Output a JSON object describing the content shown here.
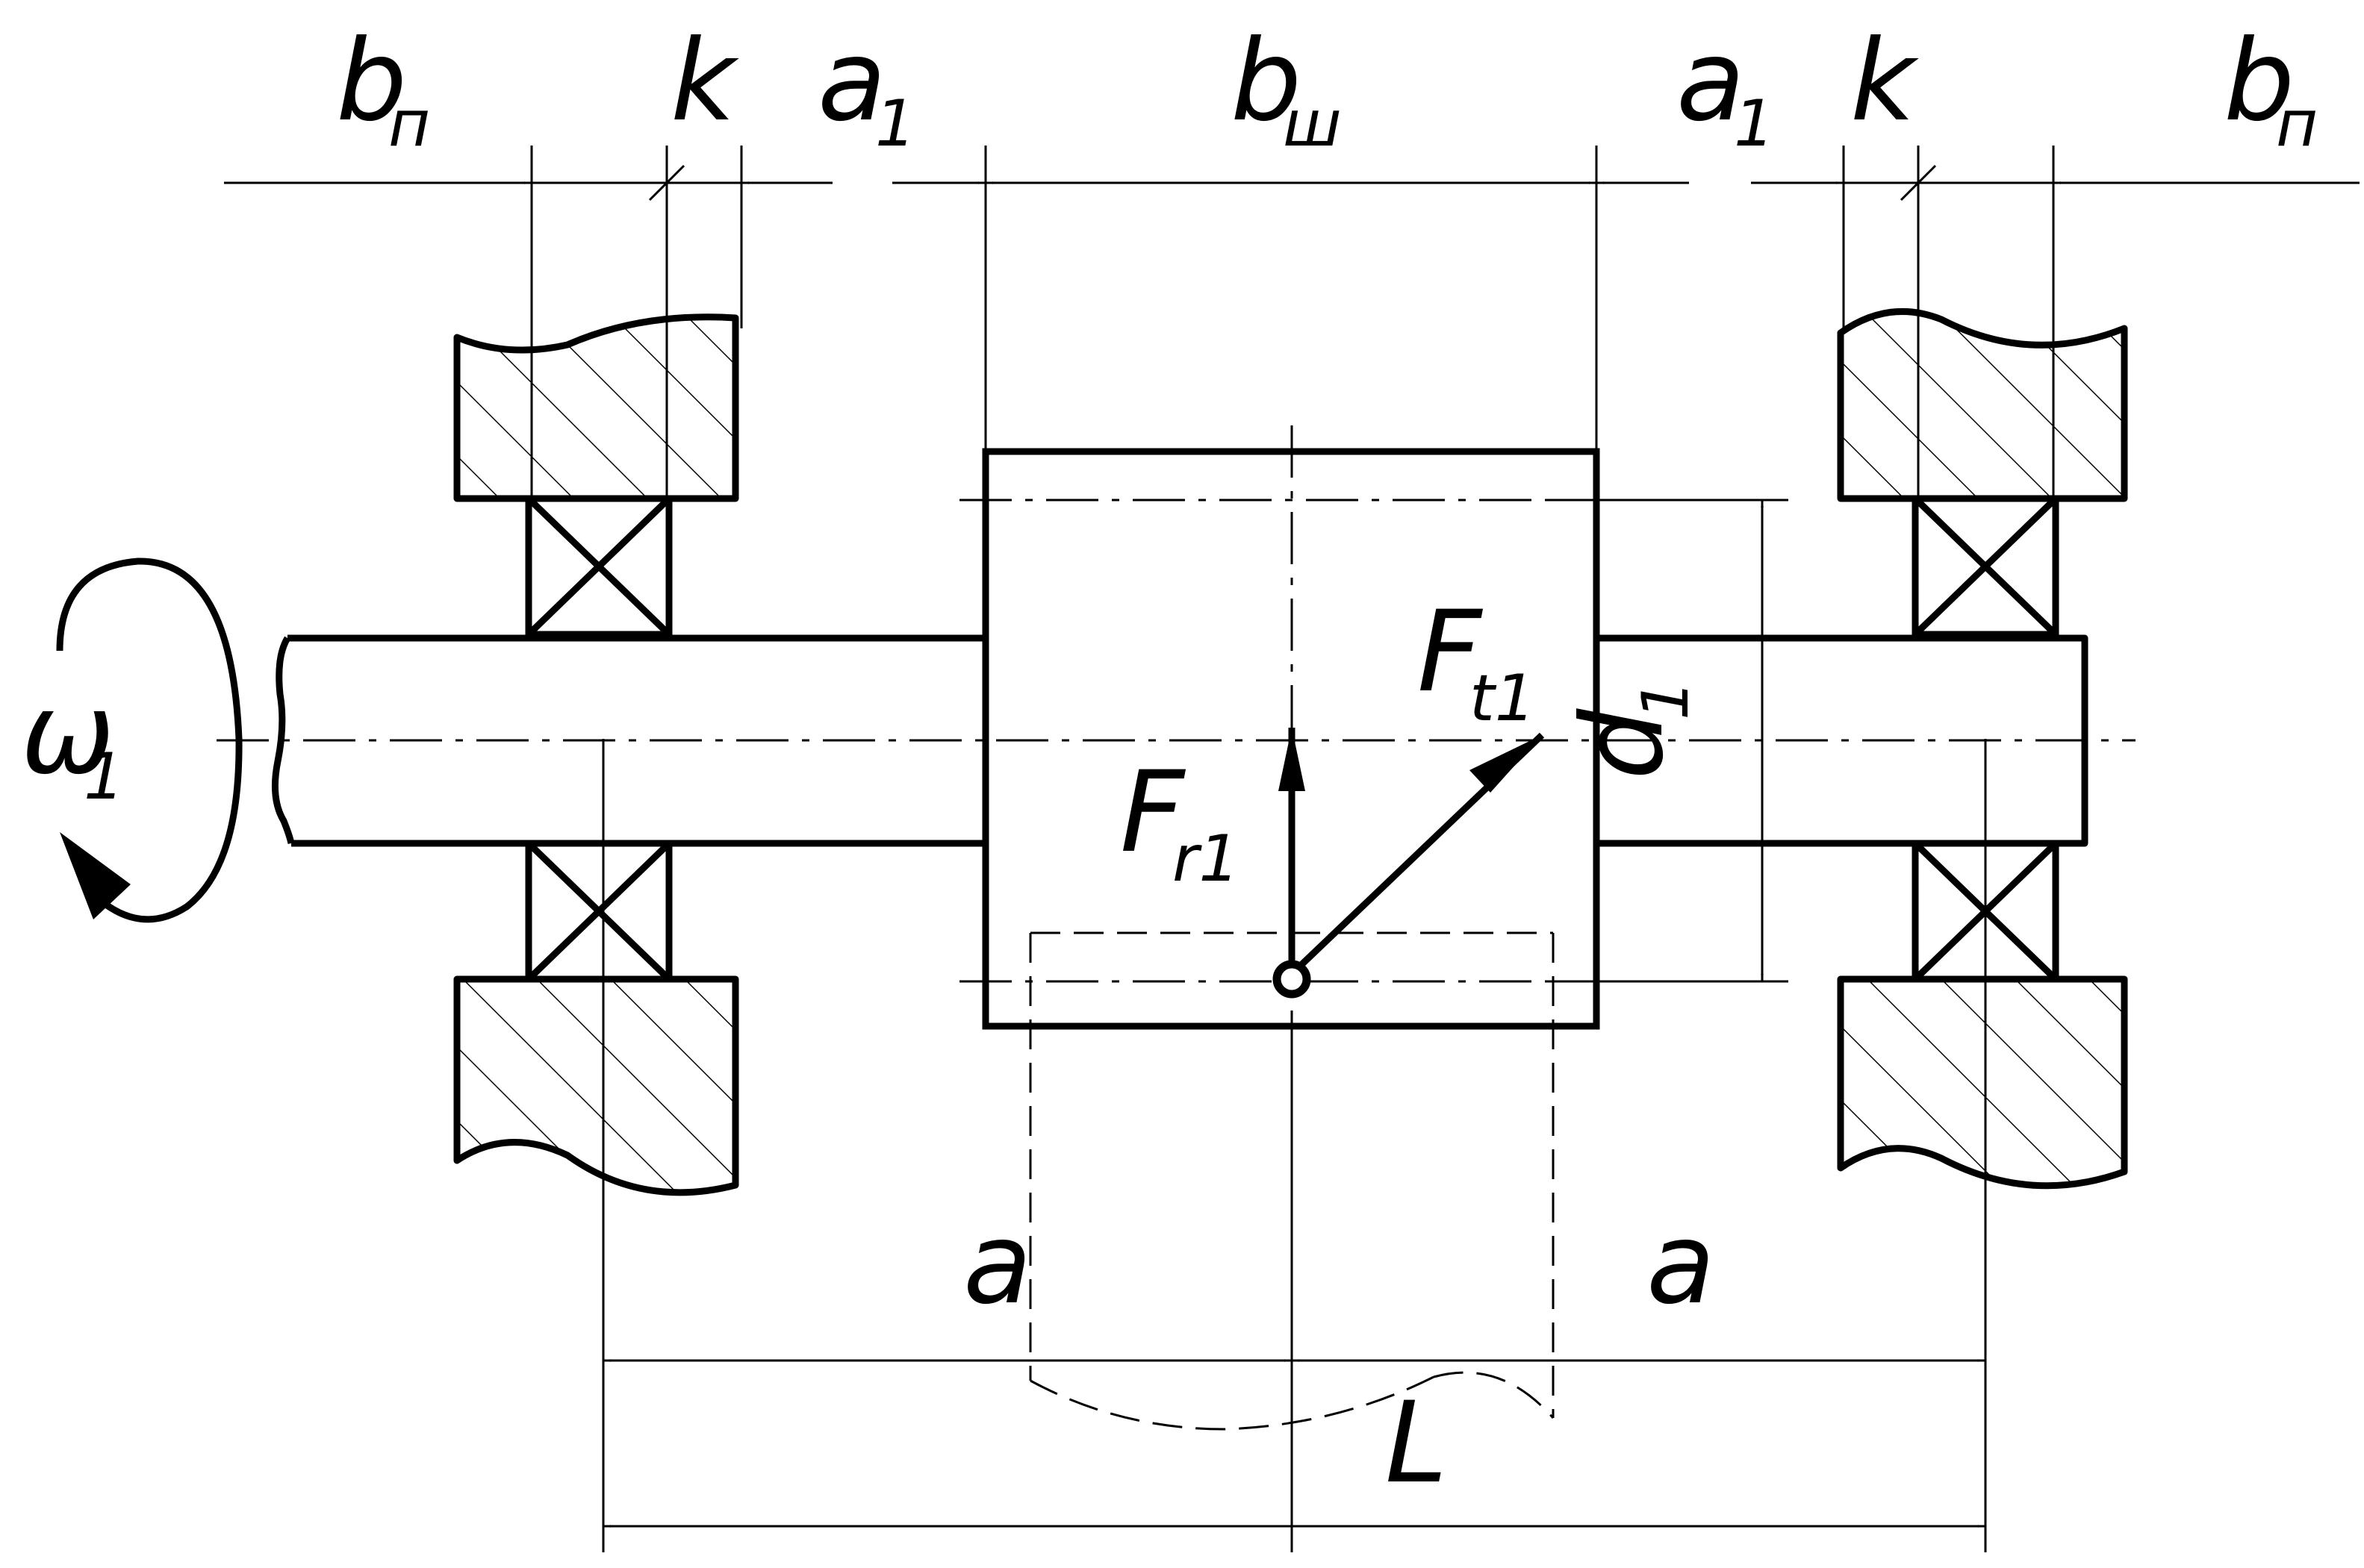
{
  "labels": {
    "bp": {
      "main": "b",
      "sub": "п"
    },
    "k": "k",
    "a1": {
      "main": "a",
      "sub": "1"
    },
    "bw": {
      "main": "b",
      "sub": "ш"
    },
    "omega": {
      "main": "ω",
      "sub": "1"
    },
    "d1": {
      "main": "d",
      "sub": "1"
    },
    "ft": {
      "main": "F",
      "sub": "t1"
    },
    "fr": {
      "main": "F",
      "sub": "r1"
    },
    "a": "a",
    "L": "L"
  },
  "colors": {
    "line": "#000000",
    "background": "#ffffff"
  }
}
